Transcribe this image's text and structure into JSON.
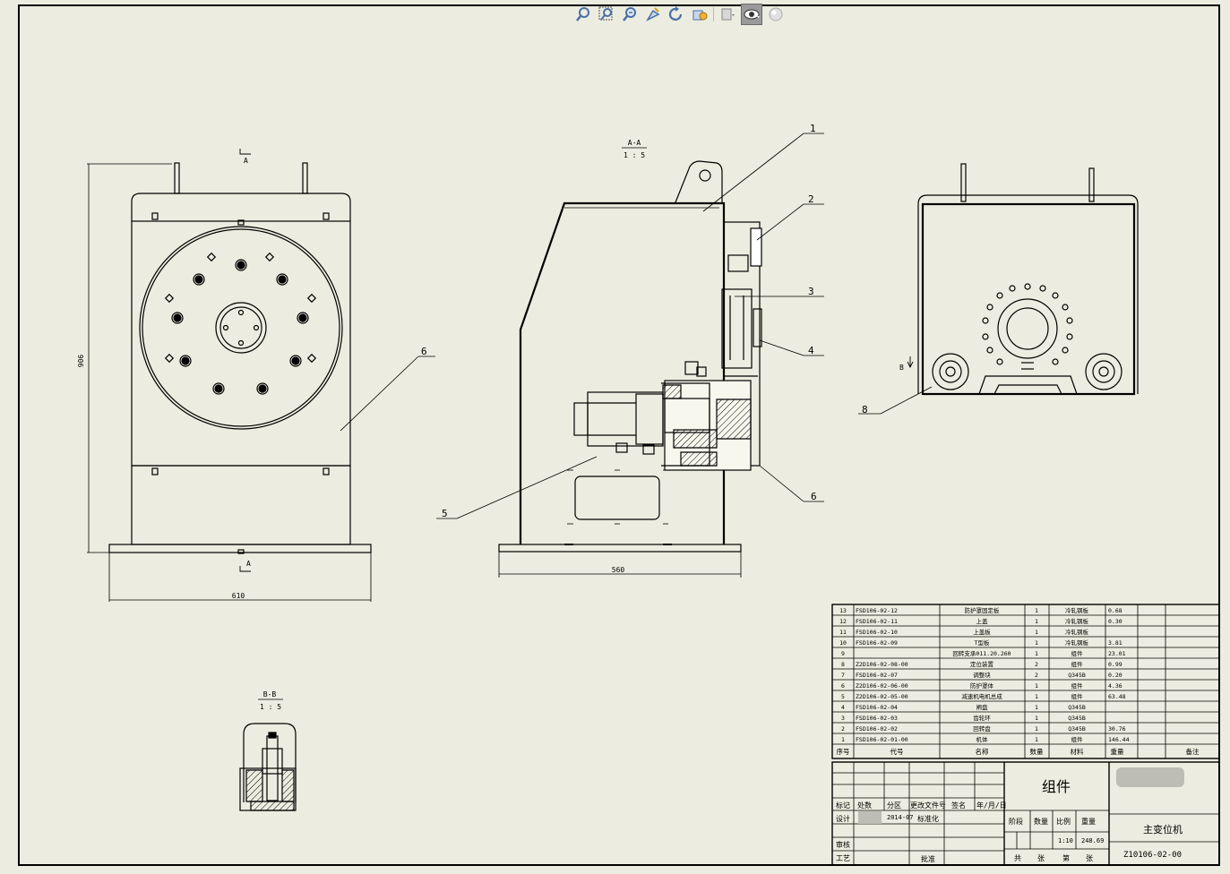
{
  "toolbar": {
    "buttons": [
      {
        "name": "zoom-to-fit-icon"
      },
      {
        "name": "zoom-to-area-icon"
      },
      {
        "name": "zoom-in-out-icon"
      },
      {
        "name": "select-icon"
      },
      {
        "name": "rotate-icon"
      },
      {
        "name": "display-style-icon"
      },
      {
        "name": "hide-show-icon"
      },
      {
        "name": "view-settings-icon"
      },
      {
        "name": "render-icon"
      }
    ]
  },
  "views": {
    "section_aa": {
      "label": "A-A",
      "scale": "1 : 5"
    },
    "section_bb": {
      "label": "B-B",
      "scale": "1 : 5"
    },
    "cut_mark_a": "A",
    "cut_mark_b": "B"
  },
  "dimensions": {
    "height": "906",
    "width_front": "610",
    "width_side": "560"
  },
  "balloons": [
    "1",
    "2",
    "3",
    "4",
    "5",
    "6",
    "6",
    "8"
  ],
  "bom": {
    "rows": [
      {
        "seq": "13",
        "code": "FSD106-02-12",
        "name": "防护罩固定板",
        "qty": "1",
        "material": "冷轧钢板",
        "weight": "0.68"
      },
      {
        "seq": "12",
        "code": "FSD106-02-11",
        "name": "上盖",
        "qty": "1",
        "material": "冷轧钢板",
        "weight": "0.30"
      },
      {
        "seq": "11",
        "code": "FSD106-02-10",
        "name": "上盖板",
        "qty": "1",
        "material": "冷轧钢板",
        "weight": ""
      },
      {
        "seq": "10",
        "code": "FSD106-02-09",
        "name": "T型板",
        "qty": "1",
        "material": "冷轧钢板",
        "weight": "3.81"
      },
      {
        "seq": "9",
        "code": "",
        "name": "回转支承011.20.260",
        "qty": "1",
        "material": "组件",
        "weight": "23.01"
      },
      {
        "seq": "8",
        "code": "Z2D106-02-08-00",
        "name": "定位装置",
        "qty": "2",
        "material": "组件",
        "weight": "0.99"
      },
      {
        "seq": "7",
        "code": "FSD106-02-07",
        "name": "调整块",
        "qty": "2",
        "material": "Q345B",
        "weight": "0.20"
      },
      {
        "seq": "6",
        "code": "Z2D106-02-06-00",
        "name": "防护罩体",
        "qty": "1",
        "material": "组件",
        "weight": "4.36"
      },
      {
        "seq": "5",
        "code": "Z2D106-02-05-00",
        "name": "减速机电机总成",
        "qty": "1",
        "material": "组件",
        "weight": "63.48"
      },
      {
        "seq": "4",
        "code": "FSD106-02-04",
        "name": "闸盘",
        "qty": "1",
        "material": "Q345B",
        "weight": ""
      },
      {
        "seq": "3",
        "code": "FSD106-02-03",
        "name": "齿轮环",
        "qty": "1",
        "material": "Q345B",
        "weight": ""
      },
      {
        "seq": "2",
        "code": "FSD106-02-02",
        "name": "回转盘",
        "qty": "1",
        "material": "Q345B",
        "weight": "30.76"
      },
      {
        "seq": "1",
        "code": "FSD106-02-01-00",
        "name": "机体",
        "qty": "1",
        "material": "组件",
        "weight": "146.44"
      }
    ],
    "headers": {
      "seq": "序号",
      "code": "代号",
      "name": "名称",
      "qty": "数量",
      "material": "材料",
      "weight": "重量",
      "note": "备注"
    }
  },
  "title_block": {
    "group": "组件",
    "part_name": "主变位机",
    "drawing_no": "Z10106-02-00",
    "date": "2014-07",
    "scale": "1:10",
    "mass": "248.69",
    "labels": {
      "mark": "标记",
      "count": "处数",
      "zone": "分区",
      "change_doc": "更改文件号",
      "sign": "签名",
      "date": "年/月/日",
      "design": "设计",
      "standardize": "标准化",
      "stage": "阶段",
      "quantity": "数量",
      "ratio": "比例",
      "weight": "重量",
      "review": "审核",
      "process": "工艺",
      "approve": "批准",
      "total": "共",
      "sheets": "张",
      "no": "第",
      "sheet": "张"
    }
  }
}
